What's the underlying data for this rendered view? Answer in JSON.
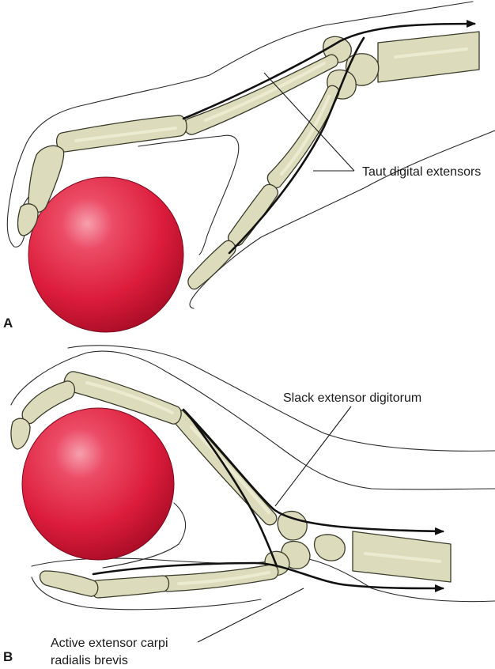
{
  "panels": [
    {
      "id": "A",
      "letter": "A",
      "annotation": "Taut digital extensors"
    },
    {
      "id": "B",
      "letter": "B",
      "annotations": [
        "Slack extensor digitorum",
        "Active extensor carpi",
        "radialis brevis"
      ]
    }
  ],
  "colors": {
    "ball": "#e0203c",
    "bone_fill": "#dcdcbc",
    "tendon": "#111111",
    "skin_outline": "#2a2a2a"
  }
}
